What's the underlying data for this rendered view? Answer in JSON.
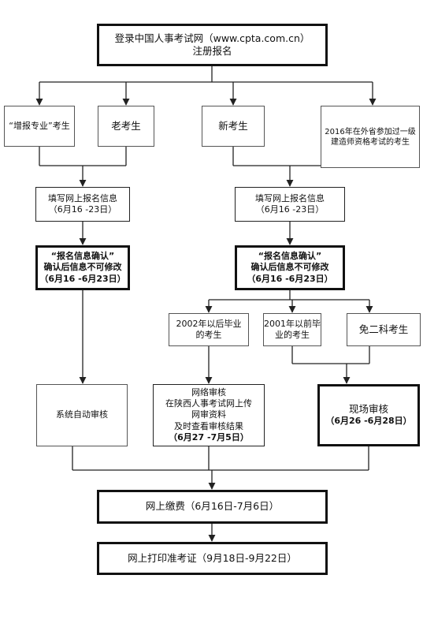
{
  "flow": {
    "register": {
      "line1": "登录中国人事考试网（www.cpta.com.cn）",
      "line2": "注册报名"
    },
    "categories": {
      "add_major": "“增报专业”考生",
      "old": "老考生",
      "new": "新考生",
      "other_province": {
        "line1": "2016年在外省参加过一级",
        "line2": "建造师资格考试的考生"
      }
    },
    "fill_left": {
      "line1": "填写网上报名信息",
      "line2": "（6月16 -23日）"
    },
    "fill_right": {
      "line1": "填写网上报名信息",
      "line2": "（6月16 -23日）"
    },
    "confirm_left": {
      "line1": "“报名信息确认”",
      "line2": "确认后信息不可修改",
      "line3": "（6月16 -6月23日）"
    },
    "confirm_right": {
      "line1": "“报名信息确认”",
      "line2": "确认后信息不可修改",
      "line3": "（6月16 -6月23日）"
    },
    "grad_after_2002": {
      "line1": "2002年以后毕业",
      "line2": "的考生"
    },
    "grad_before_2001": {
      "line1": "2001年以前毕",
      "line2": "业的考生"
    },
    "exempt_two": "免二科考生",
    "auto_review": "系统自动审核",
    "online_review": {
      "line1": "网络审核",
      "line2": "在陕西人事考试网上传",
      "line3": "网审资料",
      "line4": "及时查看审核结果",
      "line5": "（6月27 -7月5日）"
    },
    "onsite_review": {
      "line1": "现场审核",
      "line2": "（6月26 -6月28日）"
    },
    "pay": "网上缴费（6月16日-7月6日）",
    "print": "网上打印准考证（9月18日-9月22日）"
  },
  "colors": {
    "line": "#222222",
    "border": "#111111",
    "background": "#ffffff"
  }
}
